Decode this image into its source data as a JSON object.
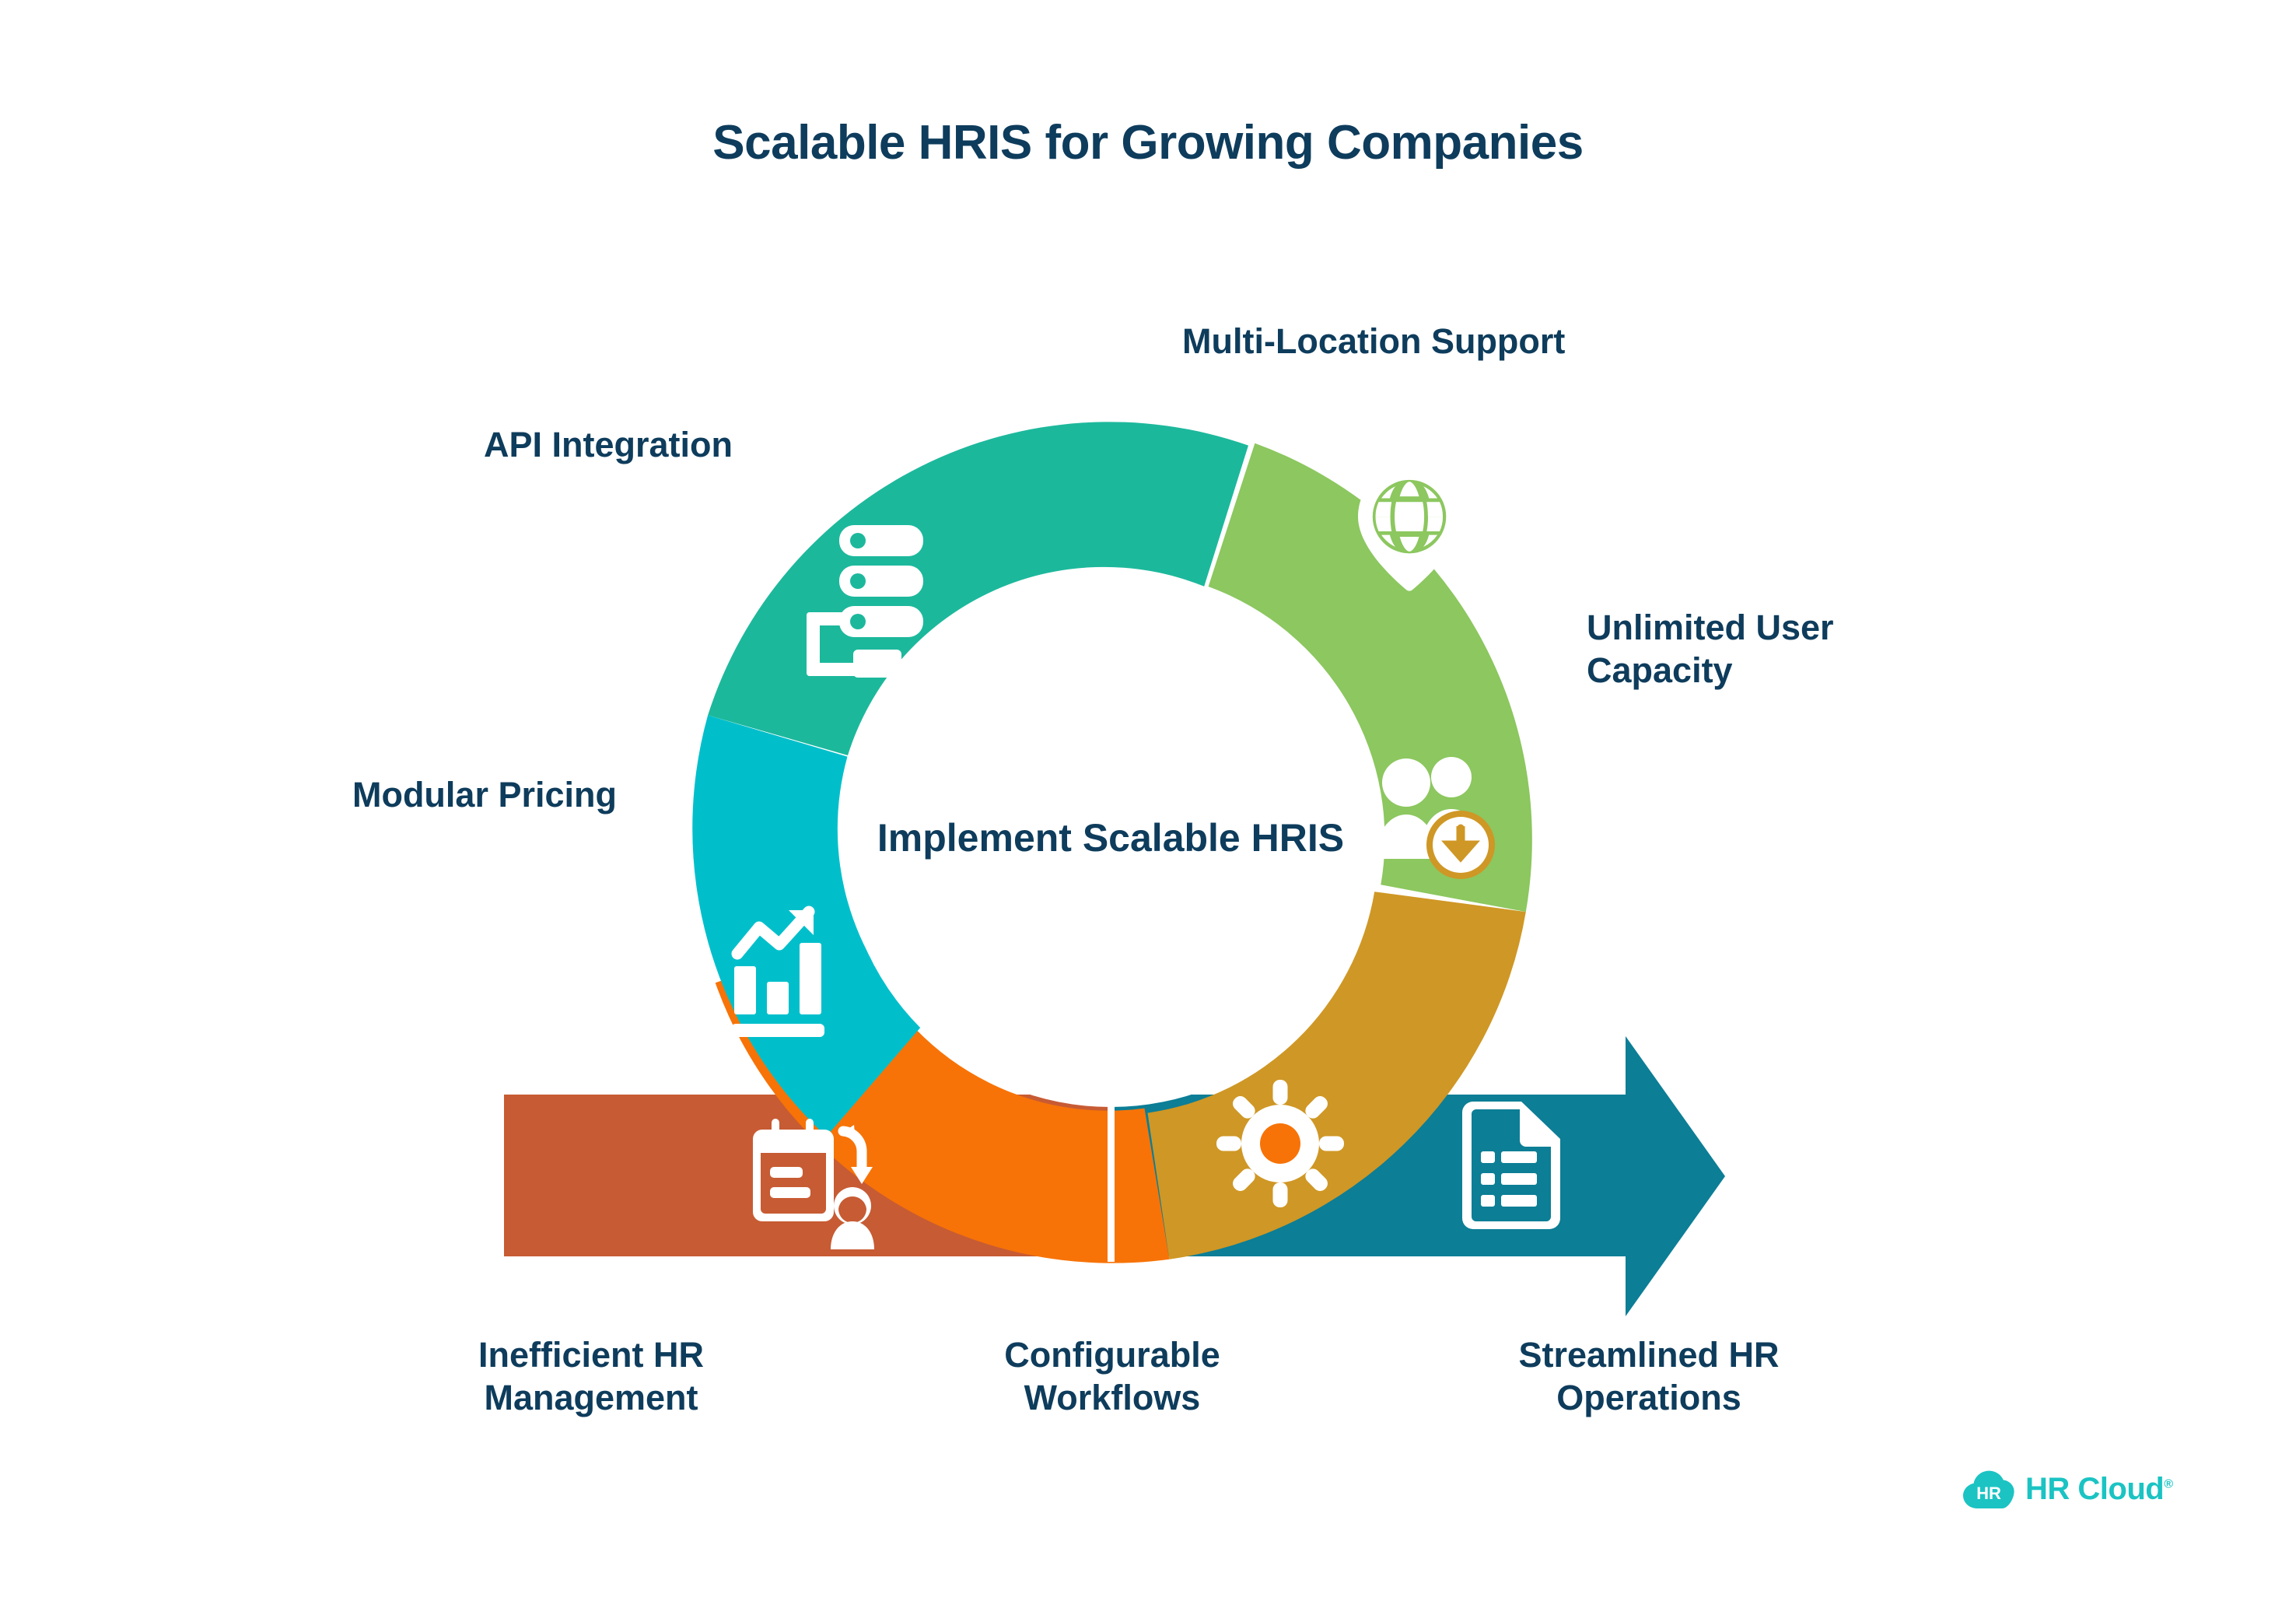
{
  "title": "Scalable HRIS for Growing Companies",
  "center": {
    "text": "Implement Scalable HRIS"
  },
  "colors": {
    "title_navy": "#0E3C5C",
    "green": "#8CC75F",
    "gold": "#CF9725",
    "orange": "#F77307",
    "teal_deep": "#0C7E96",
    "terracotta": "#C75B33",
    "cyan": "#00BFCB",
    "green_teal": "#1CB89C",
    "brand_cyan": "#1BC3C3",
    "background": "#FFFFFF"
  },
  "chart_data": {
    "type": "pie",
    "title": "Scalable HRIS for Growing Companies",
    "center_label": "Implement Scalable HRIS",
    "legend_position": "around-ring",
    "segments": [
      {
        "label": "Multi-Location Support",
        "color": "#8CC75F",
        "icon": "location-globe-pin-icon",
        "start_angle": -70,
        "end_angle": 10
      },
      {
        "label": "Unlimited User Capacity",
        "color": "#CF9725",
        "icon": "users-download-icon",
        "start_angle": 10,
        "end_angle": 82
      },
      {
        "label": "Configurable Workflows",
        "color": "#F77307",
        "icon": "gear-icon",
        "start_angle": 82,
        "end_angle": 160
      },
      {
        "label": "Modular Pricing",
        "color": "#00BFCB",
        "icon": "bar-chart-growth-icon",
        "start_angle": 197,
        "end_angle": 270
      },
      {
        "label": "API Integration",
        "color": "#1CB89C",
        "icon": "server-stack-icon",
        "start_angle": 270,
        "end_angle": 290
      }
    ],
    "flow": [
      {
        "label": "Inefficient HR Management",
        "color": "#C75B33",
        "icon": "calendar-sync-person-icon",
        "shape": "rectangle",
        "position": "left"
      },
      {
        "label": "Configurable Workflows",
        "color": "#F77307",
        "icon": "gear-icon",
        "shape": "arc",
        "position": "middle"
      },
      {
        "label": "Streamlined HR Operations",
        "color": "#0C7E96",
        "icon": "document-list-icon",
        "shape": "arrow",
        "position": "right"
      }
    ]
  },
  "labels": {
    "multi_location": "Multi-Location Support",
    "api_integration": "API Integration",
    "unlimited_user": "Unlimited User\nCapacity",
    "modular_pricing": "Modular Pricing",
    "inefficient_hr": "Inefficient HR\nManagement",
    "configurable_workflows": "Configurable\nWorkflows",
    "streamlined_hr": "Streamlined HR\nOperations"
  },
  "logo": {
    "mark_text": "HR",
    "wordmark": "HR Cloud",
    "registered": "®"
  }
}
